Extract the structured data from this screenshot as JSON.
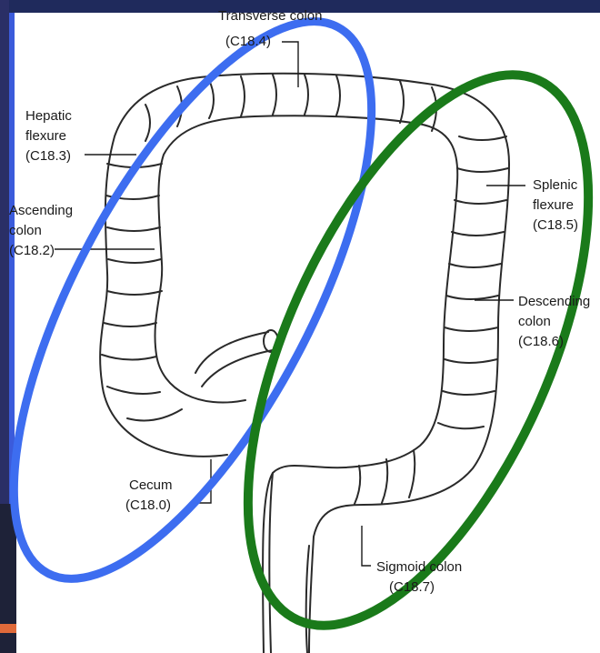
{
  "colors": {
    "background": "#ffffff",
    "frame_navy": "#1f2a5c",
    "frame_blue": "#3b5bdb",
    "frame_orange": "#e06a3a",
    "right_side_ellipse": "#1a7a1a",
    "left_side_ellipse": "#3d6df0",
    "line_art": "#2a2a2a"
  },
  "labels": {
    "transverse": {
      "name": "Transverse colon",
      "code": "(C18.4)"
    },
    "hepatic": {
      "name1": "Hepatic",
      "name2": "flexure",
      "code": "(C18.3)"
    },
    "ascending": {
      "name1": "Ascending",
      "name2": "colon",
      "code": "(C18.2)"
    },
    "splenic": {
      "name1": "Splenic",
      "name2": "flexure",
      "code": "(C18.5)"
    },
    "descending": {
      "name1": "Descending",
      "name2": "colon",
      "code": "(C18.6)"
    },
    "cecum": {
      "name": "Cecum",
      "code": "(C18.0)"
    },
    "sigmoid": {
      "name": "Sigmoid colon",
      "code": "(C18.7)"
    }
  }
}
